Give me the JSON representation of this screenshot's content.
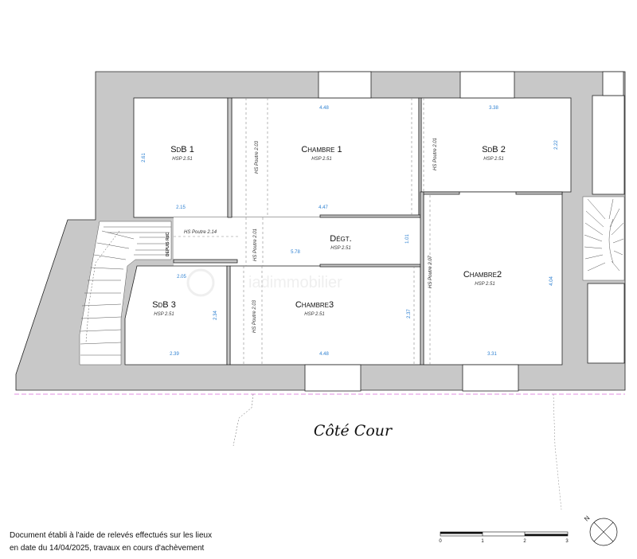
{
  "rooms": {
    "sdb1": {
      "name": "SdB 1",
      "hsp": "HSP 2.51"
    },
    "chambre1": {
      "name": "Chambre 1",
      "hsp": "HSP 2.51"
    },
    "sdb2": {
      "name": "SdB 2",
      "hsp": "HSP 2.51"
    },
    "degt": {
      "name": "Dégt.",
      "hsp": "HSP 2.51"
    },
    "chambre2": {
      "name": "Chambre2",
      "hsp": "HSP 2.51"
    },
    "sdb3": {
      "name": "SdB 3",
      "hsp": "HSP 2.51"
    },
    "chambre3": {
      "name": "Chambre3",
      "hsp": "HSP 2.51"
    }
  },
  "dimensions": {
    "d1": "4.48",
    "d2": "2.61",
    "d3": "2.15",
    "d4": "4.47",
    "d5": "3.38",
    "d6": "2.22",
    "d7": "5.78",
    "d8": "1.01",
    "d9": "4.04",
    "d10": "2.05",
    "d11": "2.34",
    "d12": "2.39",
    "d13": "4.48",
    "d14": "2.37",
    "d15": "3.31"
  },
  "beams": {
    "b1": "HS Poutre 2.03",
    "b2": "HS Poutre 2.01",
    "b3": "HS Poutre 2.14",
    "b4": "HS Poutre 2.01",
    "b5": "HS Poutre 2.07",
    "b6": "HS Poutre 2.03"
  },
  "labels": {
    "depuis_rdc": "DEPUIS RdC",
    "side": "Côté Cour",
    "watermark": "iadimmobilier"
  },
  "scale": {
    "ticks": [
      "0",
      "1",
      "2",
      "3"
    ]
  },
  "compass": {
    "north": "N"
  },
  "footer": {
    "line1": "Document établi à l'aide de relevés effectués sur les lieux",
    "line2": "en date du 14/04/2025, travaux en cours d'achèvement"
  },
  "colors": {
    "wall": "#c8c8c8",
    "dimension": "#2b7fd1",
    "boundary": "#d86ad8"
  }
}
